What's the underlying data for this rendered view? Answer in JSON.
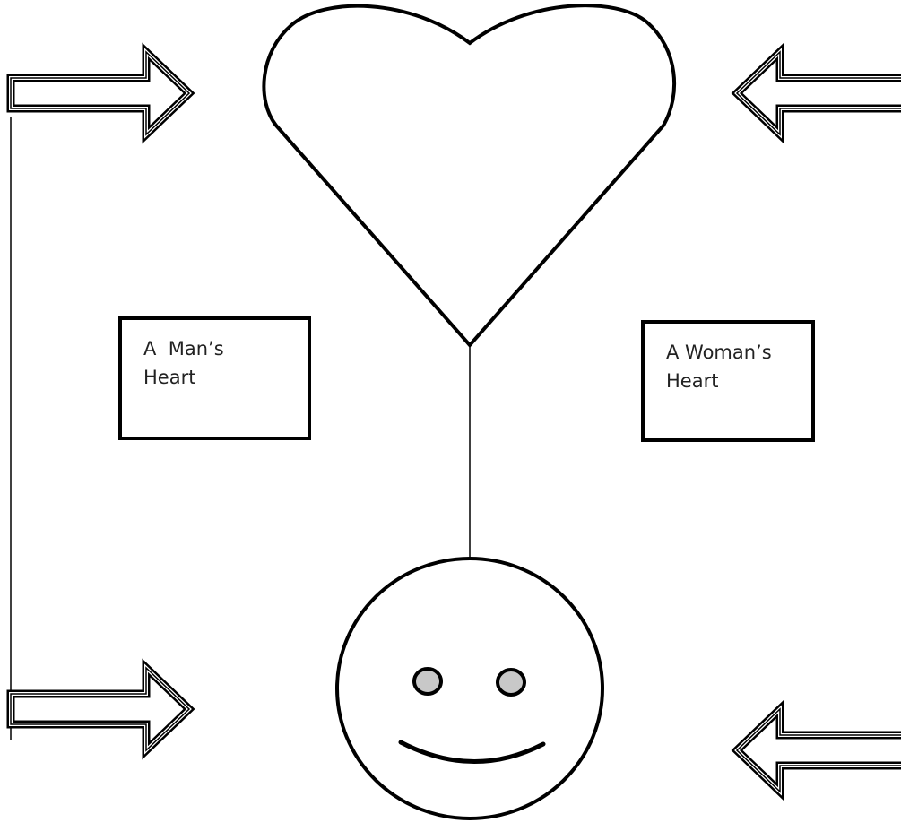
{
  "labels": {
    "man": {
      "line1": "A  Man’s",
      "line2": "Heart"
    },
    "woman": {
      "line1": "A Woman’s",
      "line2": "Heart"
    }
  },
  "shapes": {
    "heart": "heart-icon",
    "face": "smiley-face-icon",
    "arrow_right": "right-arrow-icon",
    "arrow_left": "left-arrow-icon"
  },
  "colors": {
    "stroke": "#000000",
    "eye_fill": "#c8c8c8",
    "background": "#ffffff"
  }
}
